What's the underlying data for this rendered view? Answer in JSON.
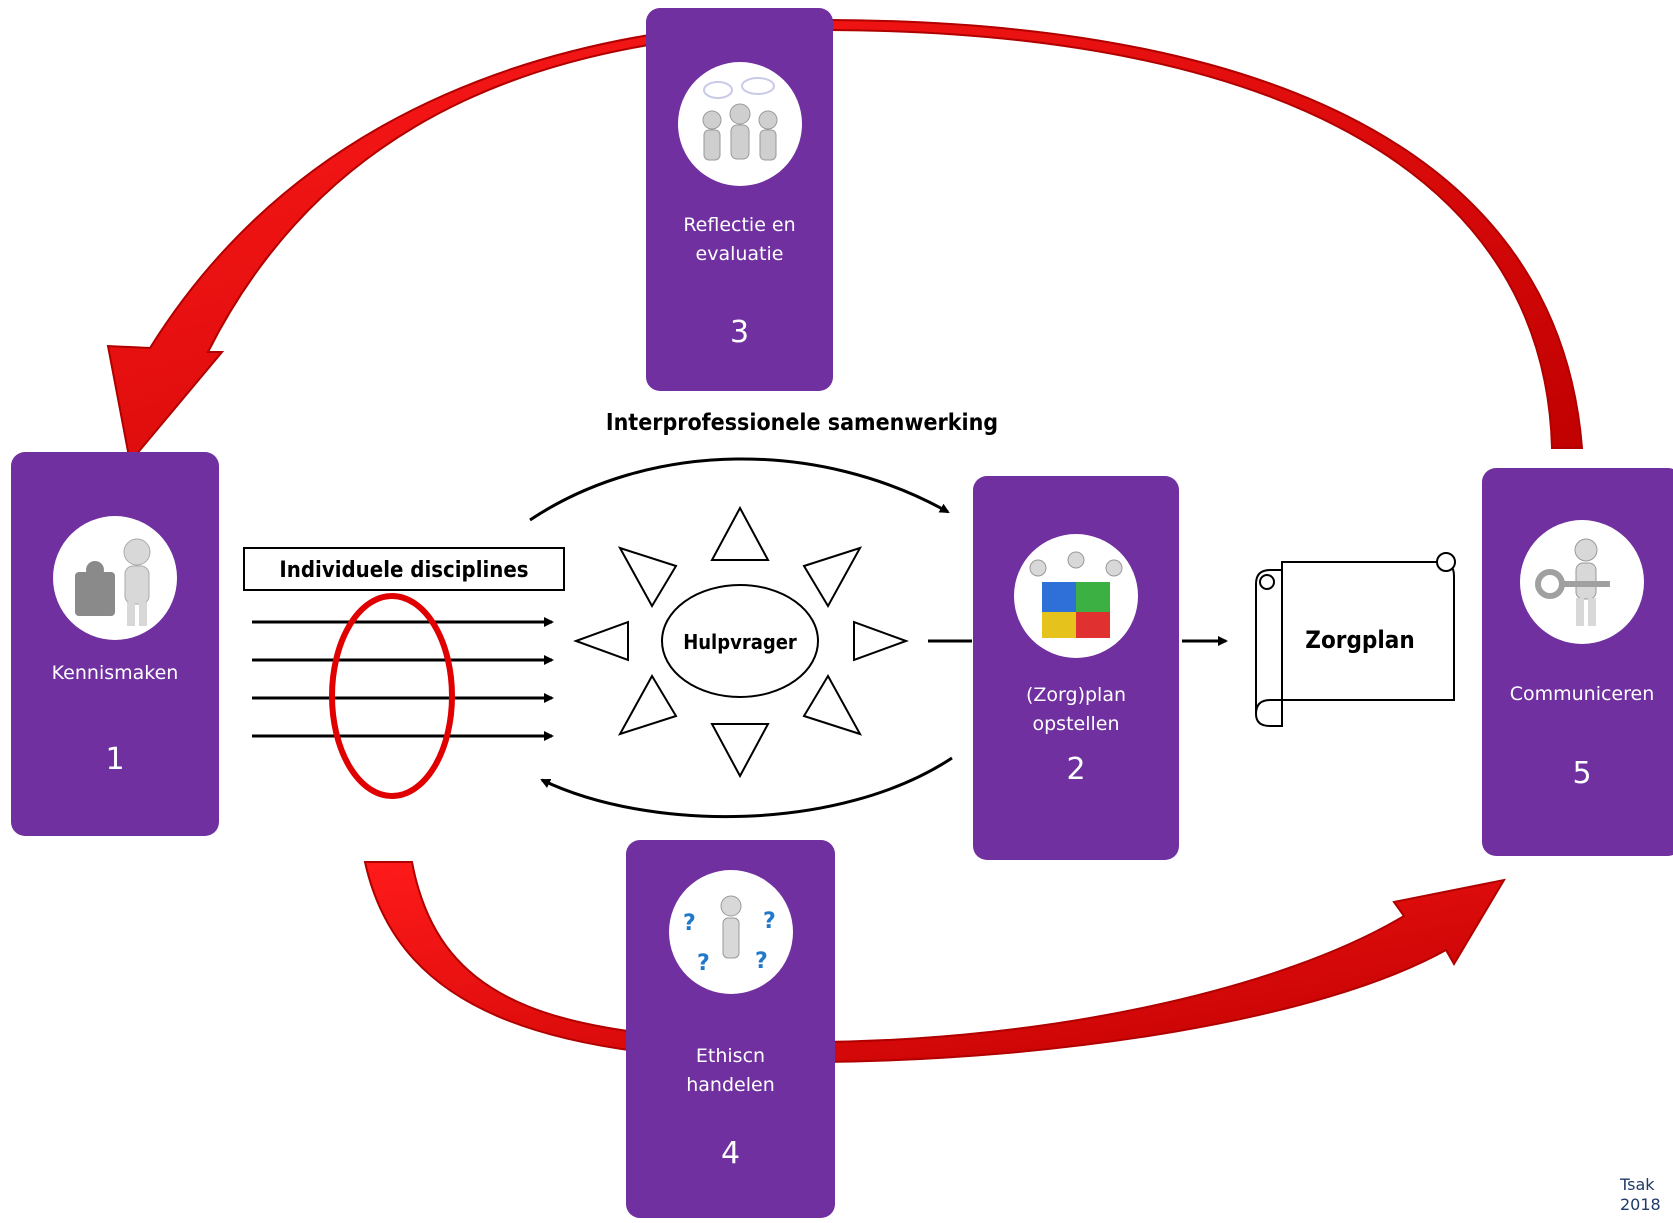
{
  "cards": {
    "kennismaken": {
      "label": "Kennismaken",
      "number": "1",
      "photo": "person-with-puzzle-piece"
    },
    "zorgplan_opstellen": {
      "label": "(Zorg)plan\nopstellen",
      "number": "2",
      "photo": "people-holding-puzzle"
    },
    "reflectie": {
      "label": "Reflectie en\nevaluatie",
      "number": "3",
      "photo": "group-of-people-thinking"
    },
    "ethisch": {
      "label": "Ethiscn\nhandelen",
      "number": "4",
      "photo": "person-with-question-marks"
    },
    "communiceren": {
      "label": "Communiceren",
      "number": "5",
      "photo": "person-with-key"
    }
  },
  "center": {
    "top_arrow_label": "Interprofessionele samenwerking",
    "disciplines_label": "Individuele disciplines",
    "client_label": "Hulpvrager",
    "scroll_label": "Zorgplan"
  },
  "credit": "Tsak\n2018",
  "colors": {
    "card": "#7030A0",
    "red_arrow": "#E00000",
    "ink": "#000000",
    "credit": "#1f3a68"
  }
}
